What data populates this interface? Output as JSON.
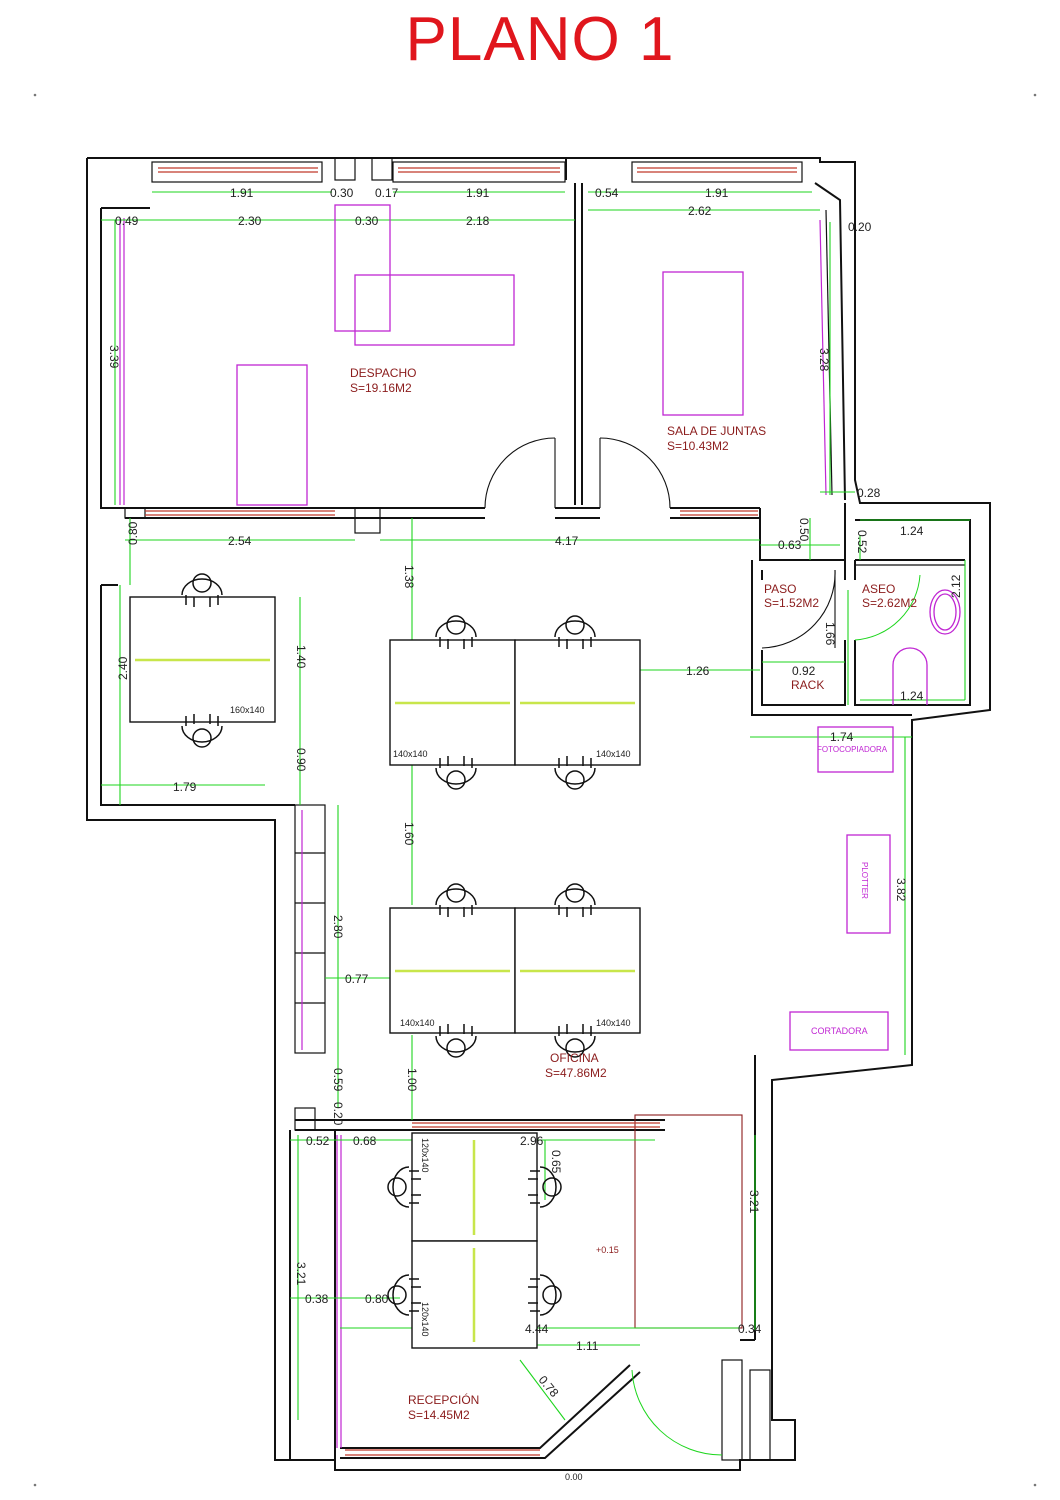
{
  "title": "PLANO 1",
  "rooms": {
    "despacho": {
      "name": "DESPACHO",
      "area": "S=19.16M2"
    },
    "sala_juntas": {
      "name": "SALA DE JUNTAS",
      "area": "S=10.43M2"
    },
    "paso": {
      "name": "PASO",
      "area": "S=1.52M2"
    },
    "aseo": {
      "name": "ASEO",
      "area": "S=2.62M2"
    },
    "rack": {
      "name": "RACK"
    },
    "oficina": {
      "name": "OFICINA",
      "area": "S=47.86M2"
    },
    "recepcion": {
      "name": "RECEPCIÓN",
      "area": "S=14.45M2"
    }
  },
  "furniture": {
    "fotocopiadora": "FOTOCOPIADORA",
    "plotter": "PLOTTER",
    "cortadora": "CORTADORA",
    "desk_160x140": "160x140",
    "desk_140x140": "140x140",
    "desk_120x140": "120x140"
  },
  "level_marks": [
    "+0.15",
    "0.00"
  ],
  "dimensions": [
    "1.91",
    "0.30",
    "0.17",
    "1.91",
    "0.54",
    "1.91",
    "0.49",
    "2.30",
    "0.30",
    "2.18",
    "2.62",
    "0.20",
    "3.39",
    "3.28",
    "0.28",
    "2.54",
    "4.17",
    "0.50",
    "1.24",
    "0.80",
    "0.63",
    "0.52",
    "1.38",
    "1.66",
    "2.12",
    "1.40",
    "1.26",
    "0.92",
    "1.24",
    "2.40",
    "1.74",
    "1.79",
    "0.90",
    "1.60",
    "3.82",
    "2.80",
    "0.77",
    "1.00",
    "0.59",
    "0.20",
    "0.52",
    "0.68",
    "2.96",
    "0.65",
    "3.21",
    "3.21",
    "0.38",
    "0.80",
    "4.44",
    "0.34",
    "1.11",
    "0.78"
  ]
}
